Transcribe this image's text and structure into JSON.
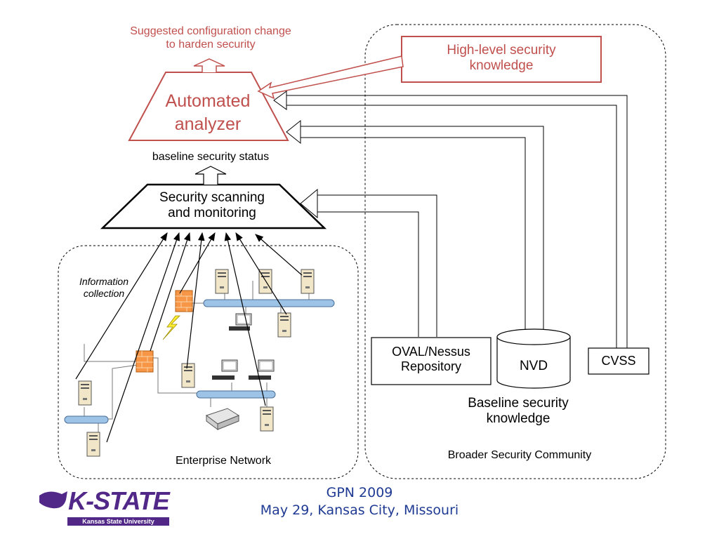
{
  "diagram": {
    "suggested_change": [
      "Suggested configuration change",
      "to harden security"
    ],
    "analyzer": [
      "Automated",
      "analyzer"
    ],
    "high_level": [
      "High-level security",
      "knowledge"
    ],
    "baseline_status": "baseline security status",
    "scanning": [
      "Security scanning",
      "and monitoring"
    ],
    "info_collection": [
      "Information",
      "collection"
    ],
    "enterprise_network": "Enterprise Network",
    "oval": [
      "OVAL/Nessus",
      "Repository"
    ],
    "nvd": "NVD",
    "cvss": "CVSS",
    "baseline_knowledge": [
      "Baseline security",
      "knowledge"
    ],
    "broader_community": "Broader Security Community"
  },
  "footer": {
    "event": "GPN 2009",
    "date_place": "May 29, Kansas City, Missouri"
  },
  "logo": {
    "wordmark": "K-STATE",
    "subtitle": "Kansas State University"
  },
  "colors": {
    "accent_red": "#c0504d",
    "footer_blue": "#1f3a93",
    "logo_purple": "#512888",
    "pipe_blue": "#9dc3e6",
    "firewall_orange": "#f79646"
  }
}
